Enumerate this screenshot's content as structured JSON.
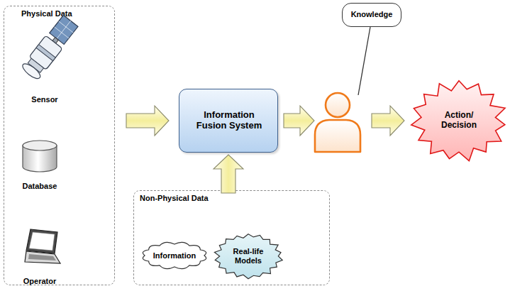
{
  "diagram": {
    "nodes": [
      {
        "text": [
          "Physical Data"
        ]
      },
      {
        "text": [
          "Sensor"
        ],
        "in": 0
      },
      {
        "text": [
          "Database"
        ],
        "in": 0
      },
      {
        "text": [
          "Operator"
        ],
        "in": 0
      },
      {
        "text": [
          "Information Fusion System"
        ]
      },
      {
        "text": [
          "Knowledge"
        ]
      },
      {
        "text": [
          "Action/ Decision"
        ]
      },
      {
        "text": [
          "Non-Physical Data"
        ]
      },
      {
        "text": [
          "Information"
        ],
        "in": 7
      },
      {
        "text": [
          "Real-life Models"
        ],
        "in": 7
      }
    ],
    "edges": [
      {
        "from": 0,
        "to": 4,
        "arrow": "to"
      },
      {
        "from": 7,
        "to": 4,
        "arrow": "to"
      },
      {
        "from": 4,
        "to": 5,
        "arrow": "to"
      },
      {
        "from": 5,
        "to": 6,
        "arrow": "to"
      }
    ]
  }
}
